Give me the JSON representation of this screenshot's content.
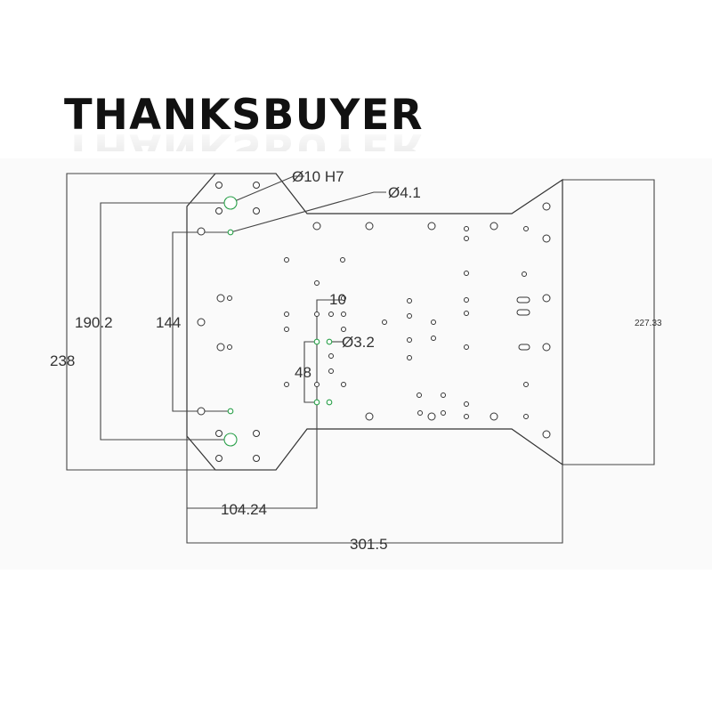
{
  "brand": {
    "logo_text": "THANKSBUYER",
    "color": "#111111"
  },
  "drawing": {
    "line_color": "#333333",
    "highlight_color": "#2aa04a",
    "dimensions": {
      "hole_h7": "Ø10 H7",
      "hole_4_1": "Ø4.1",
      "hole_3_2": "Ø3.2",
      "height_190_2": "190.2",
      "height_144": "144",
      "height_238": "238",
      "spacing_10": "10",
      "spacing_48": "48",
      "width_104_24": "104.24",
      "width_301_5": "301.5",
      "height_227_33": "227.33"
    }
  }
}
